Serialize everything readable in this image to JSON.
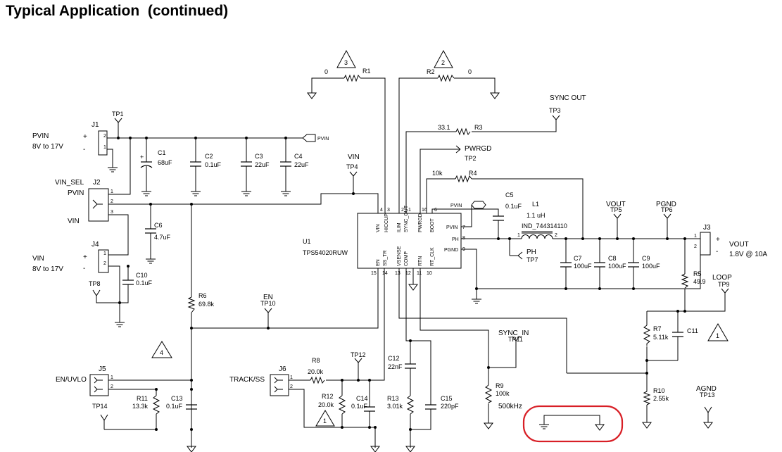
{
  "title": "Typical Application  (continued)",
  "colors": {
    "wire": "#000000",
    "highlight": "#d81f26"
  },
  "connectors": {
    "j1": {
      "ref": "J1",
      "label": "PVIN",
      "range": "8V to 17V",
      "pin2": "2",
      "pin1": "1",
      "plus": "+",
      "minus": "-"
    },
    "j2": {
      "ref": "J2",
      "label_top": "VIN_SEL",
      "label_pvin": "PVIN",
      "label_vin": "VIN",
      "pin1": "1",
      "pin2": "2",
      "pin3": "3"
    },
    "j4": {
      "ref": "J4",
      "label": "VIN",
      "range": "8V to 17V",
      "pin1": "1",
      "pin2": "2",
      "plus": "+",
      "minus": "-"
    },
    "j5": {
      "ref": "J5",
      "label": "EN/UVLO",
      "pin1": "1",
      "pin2": "2"
    },
    "j6": {
      "ref": "J6",
      "label": "TRACK/SS",
      "pin1": "1",
      "pin2": "2"
    },
    "j3": {
      "ref": "J3",
      "label": "VOUT",
      "spec": "1.8V @ 10A",
      "pin1": "1",
      "pin2": "2",
      "plus": "+",
      "minus": "-"
    }
  },
  "testpoints": {
    "tp1": "TP1",
    "tp2": "TP2",
    "tp3": "TP3",
    "tp4": "TP4",
    "tp5": "TP5",
    "tp6": "TP6",
    "tp7": "TP7",
    "tp8": "TP8",
    "tp9": "TP9",
    "tp10": "TP10",
    "tp11": "TP11",
    "tp12": "TP12",
    "tp13": "TP13",
    "tp14": "TP14"
  },
  "net_labels": {
    "vin": "VIN",
    "pwrgd": "PWRGD",
    "sync_out": "SYNC OUT",
    "sync_in": "SYNC_IN",
    "en": "EN",
    "vout": "VOUT",
    "pgnd": "PGND",
    "loop": "LOOP",
    "agnd": "AGND",
    "ph": "PH",
    "pvin_flag": "PVIN",
    "pvin_flag2": "PVIN"
  },
  "components": {
    "c1": {
      "ref": "C1",
      "value": "68uF",
      "plus": "+"
    },
    "c2": {
      "ref": "C2",
      "value": "0.1uF"
    },
    "c3": {
      "ref": "C3",
      "value": "22uF"
    },
    "c4": {
      "ref": "C4",
      "value": "22uF"
    },
    "c5": {
      "ref": "C5",
      "value": "0.1uF"
    },
    "c6": {
      "ref": "C6",
      "value": "4.7uF"
    },
    "c7": {
      "ref": "C7",
      "value": "100uF"
    },
    "c8": {
      "ref": "C8",
      "value": "100uF"
    },
    "c9": {
      "ref": "C9",
      "value": "100uF"
    },
    "c10": {
      "ref": "C10",
      "value": "0.1uF"
    },
    "c11": {
      "ref": "C11"
    },
    "c12": {
      "ref": "C12",
      "value": "22nF"
    },
    "c13": {
      "ref": "C13",
      "value": "0.1uF"
    },
    "c14": {
      "ref": "C14",
      "value": "0.1uF"
    },
    "c15": {
      "ref": "C15",
      "value": "220pF"
    },
    "r1": {
      "ref": "R1",
      "value": "0"
    },
    "r2": {
      "ref": "R2",
      "value": "0"
    },
    "r3": {
      "ref": "R3",
      "value": "33.1"
    },
    "r4": {
      "ref": "R4",
      "value": "10k"
    },
    "r5": {
      "ref": "R5",
      "value": "49.9"
    },
    "r6": {
      "ref": "R6",
      "value": "69.8k"
    },
    "r7": {
      "ref": "R7",
      "value": "5.11k"
    },
    "r8": {
      "ref": "R8",
      "value": "20.0k"
    },
    "r9": {
      "ref": "R9",
      "value": "100k",
      "note": "500kHz"
    },
    "r10": {
      "ref": "R10",
      "value": "2.55k"
    },
    "r11": {
      "ref": "R11",
      "value": "13.3k"
    },
    "r12": {
      "ref": "R12",
      "value": "20.0k"
    },
    "r13": {
      "ref": "R13",
      "value": "3.01k"
    },
    "l1": {
      "ref": "L1",
      "value": "1.1 uH",
      "part": "IND_744314110",
      "pin1": "1",
      "pin2": "2"
    }
  },
  "ic": {
    "ref": "U1",
    "part": "TPS54020RUW",
    "pins_top": [
      {
        "name": "VIN",
        "num": "4"
      },
      {
        "name": "HICCUP",
        "num": "3"
      },
      {
        "name": "ILIM",
        "num": "2"
      },
      {
        "name": "SYNC_OUT",
        "num": "1"
      },
      {
        "name": "PWRGD",
        "num": "16"
      },
      {
        "name": "BOOT",
        "num": "6"
      }
    ],
    "pins_bottom": [
      {
        "name": "EN",
        "num": "15"
      },
      {
        "name": "SS_TR",
        "num": "14"
      },
      {
        "name": "VSENSE",
        "num": "13"
      },
      {
        "name": "COMP",
        "num": "12"
      },
      {
        "name": "RTN",
        "num": "11"
      },
      {
        "name": "RT_CLK",
        "num": "10"
      }
    ],
    "pins_right": [
      {
        "name": "PVIN",
        "num": "7"
      },
      {
        "name": "PH",
        "num": "8"
      },
      {
        "name": "PGND",
        "num": "9"
      }
    ]
  },
  "notes": {
    "n1": "1",
    "n1b": "1",
    "n2": "2",
    "n3": "3",
    "n4": "4"
  }
}
